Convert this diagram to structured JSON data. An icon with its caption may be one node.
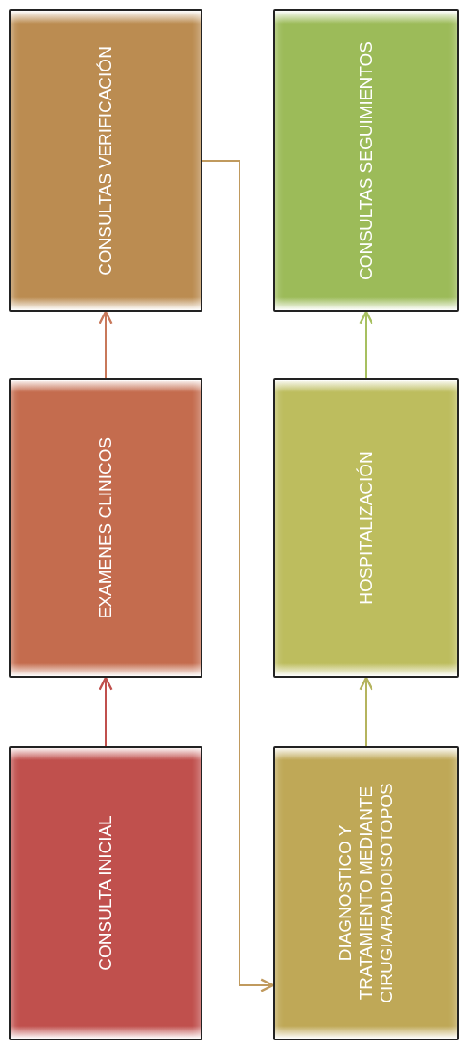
{
  "diagram": {
    "nodes": [
      {
        "text": [
          "CONSULTA INICIAL"
        ]
      },
      {
        "text": [
          "EXAMENES CLINICOS"
        ]
      },
      {
        "text": [
          "CONSULTAS VERIFICACIÓN"
        ]
      },
      {
        "text": [
          "DIAGNOSTICO Y TRATAMIENTO MEDIANTE CIRUGIA/RADIOISOTOPOS"
        ]
      },
      {
        "text": [
          "HOSPITALIZACIÓN"
        ]
      },
      {
        "text": [
          "CONSULTAS SEGUIMIENTOS"
        ]
      }
    ],
    "edges": [
      {
        "from": 0,
        "to": 1,
        "arrow": "to",
        "color": "#c0504d"
      },
      {
        "from": 1,
        "to": 2,
        "arrow": "to",
        "color": "#c8785a"
      },
      {
        "from": 2,
        "to": 3,
        "arrow": "to",
        "color": "#c09a5e"
      },
      {
        "from": 3,
        "to": 4,
        "arrow": "to",
        "color": "#b5b45e"
      },
      {
        "from": 4,
        "to": 5,
        "arrow": "to",
        "color": "#a7c060"
      }
    ]
  }
}
